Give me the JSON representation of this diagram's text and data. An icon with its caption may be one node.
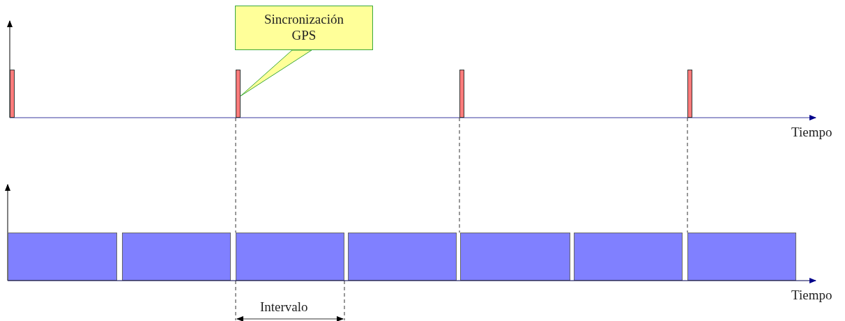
{
  "diagram": {
    "nodes": [
      {
        "text": [
          "Sincronización GPS"
        ]
      },
      {
        "text": [],
        "shape": "bar"
      },
      {
        "text": [],
        "shape": "bar"
      },
      {
        "text": [],
        "shape": "bar"
      },
      {
        "text": [],
        "shape": "bar"
      },
      {
        "text": [],
        "shape": "box"
      },
      {
        "text": [],
        "shape": "box"
      },
      {
        "text": [],
        "shape": "box"
      },
      {
        "text": [],
        "shape": "box"
      },
      {
        "text": [],
        "shape": "box"
      },
      {
        "text": [],
        "shape": "box"
      },
      {
        "text": [],
        "shape": "box"
      }
    ],
    "edges": [
      {
        "from": 0,
        "to": 2,
        "arrow": "none"
      },
      {
        "from": 2,
        "to": 7,
        "arrow": "none",
        "style": "dashed"
      },
      {
        "from": 3,
        "to": 9,
        "arrow": "none",
        "style": "dashed"
      },
      {
        "from": 4,
        "to": 11,
        "arrow": "none",
        "style": "dashed"
      }
    ],
    "labels": [
      "Tiempo",
      "Tiempo",
      "Intervalo"
    ]
  }
}
